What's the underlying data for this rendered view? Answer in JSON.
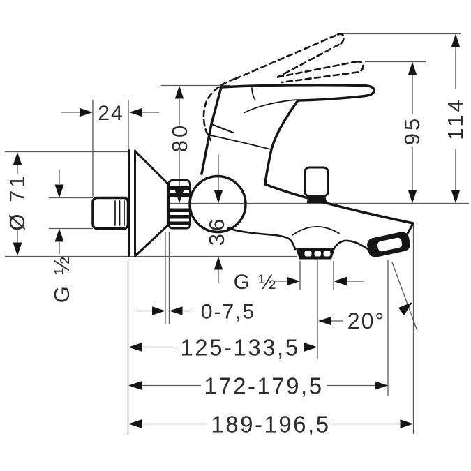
{
  "drawing": {
    "dims": {
      "wall_offset": "24",
      "body_height": "80",
      "overall_height": "114",
      "handle_height": "95",
      "escutcheon_diameter": "Ø 71",
      "inlet_thread": "G ½",
      "spout_drop": "36",
      "outlet_thread": "G ½",
      "adjustment_range": "0-7,5",
      "spout_reach": "125-133,5",
      "outlet_reach": "172-179,5",
      "total_reach": "189-196,5",
      "spout_angle": "20°"
    },
    "colors": {
      "outline": "#151515",
      "thin_line": "#585858",
      "text": "#2d2d2d",
      "background": "#ffffff"
    }
  }
}
